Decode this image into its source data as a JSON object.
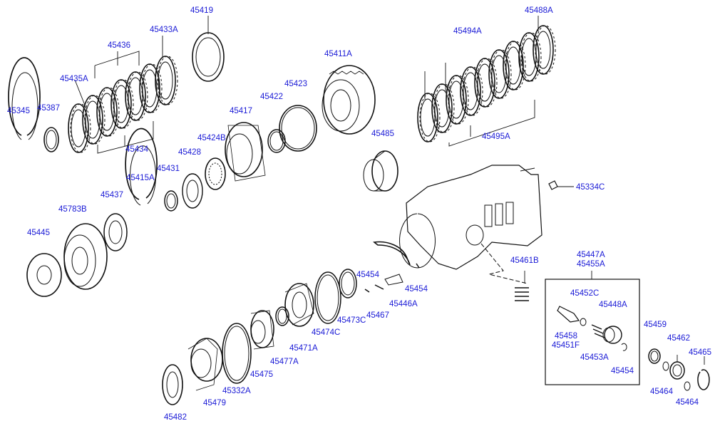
{
  "colors": {
    "label": "#1a1ad6",
    "line": "#111111",
    "background": "#ffffff"
  },
  "parts": [
    {
      "id": "p45419",
      "text": "45419"
    },
    {
      "id": "p45433A",
      "text": "45433A"
    },
    {
      "id": "p45436",
      "text": "45436"
    },
    {
      "id": "p45435A",
      "text": "45435A"
    },
    {
      "id": "p45345",
      "text": "45345"
    },
    {
      "id": "p45387",
      "text": "45387"
    },
    {
      "id": "p45434",
      "text": "45434"
    },
    {
      "id": "p45411A",
      "text": "45411A"
    },
    {
      "id": "p45423",
      "text": "45423"
    },
    {
      "id": "p45422",
      "text": "45422"
    },
    {
      "id": "p45417",
      "text": "45417"
    },
    {
      "id": "p45424B",
      "text": "45424B"
    },
    {
      "id": "p45428",
      "text": "45428"
    },
    {
      "id": "p45431",
      "text": "45431"
    },
    {
      "id": "p45415A",
      "text": "45415A"
    },
    {
      "id": "p45437",
      "text": "45437"
    },
    {
      "id": "p45783B",
      "text": "45783B"
    },
    {
      "id": "p45445",
      "text": "45445"
    },
    {
      "id": "p45488A",
      "text": "45488A"
    },
    {
      "id": "p45494A",
      "text": "45494A"
    },
    {
      "id": "p45495A",
      "text": "45495A"
    },
    {
      "id": "p45485",
      "text": "45485"
    },
    {
      "id": "p45334C",
      "text": "45334C"
    },
    {
      "id": "p45447A",
      "text": "45447A"
    },
    {
      "id": "p45455A",
      "text": "45455A"
    },
    {
      "id": "p45461B",
      "text": "45461B"
    },
    {
      "id": "p45454a",
      "text": "45454"
    },
    {
      "id": "p45454b",
      "text": "45454"
    },
    {
      "id": "p45467",
      "text": "45467"
    },
    {
      "id": "p45446A",
      "text": "45446A"
    },
    {
      "id": "p45473C",
      "text": "45473C"
    },
    {
      "id": "p45474C",
      "text": "45474C"
    },
    {
      "id": "p45471A",
      "text": "45471A"
    },
    {
      "id": "p45477A",
      "text": "45477A"
    },
    {
      "id": "p45475",
      "text": "45475"
    },
    {
      "id": "p45332A",
      "text": "45332A"
    },
    {
      "id": "p45479",
      "text": "45479"
    },
    {
      "id": "p45482",
      "text": "45482"
    },
    {
      "id": "p45452C",
      "text": "45452C"
    },
    {
      "id": "p45448A",
      "text": "45448A"
    },
    {
      "id": "p45458",
      "text": "45458"
    },
    {
      "id": "p45451F",
      "text": "45451F"
    },
    {
      "id": "p45453A",
      "text": "45453A"
    },
    {
      "id": "p45454c",
      "text": "45454"
    },
    {
      "id": "p45459",
      "text": "45459"
    },
    {
      "id": "p45462",
      "text": "45462"
    },
    {
      "id": "p45465",
      "text": "45465"
    },
    {
      "id": "p45464a",
      "text": "45464"
    },
    {
      "id": "p45464b",
      "text": "45464"
    }
  ]
}
